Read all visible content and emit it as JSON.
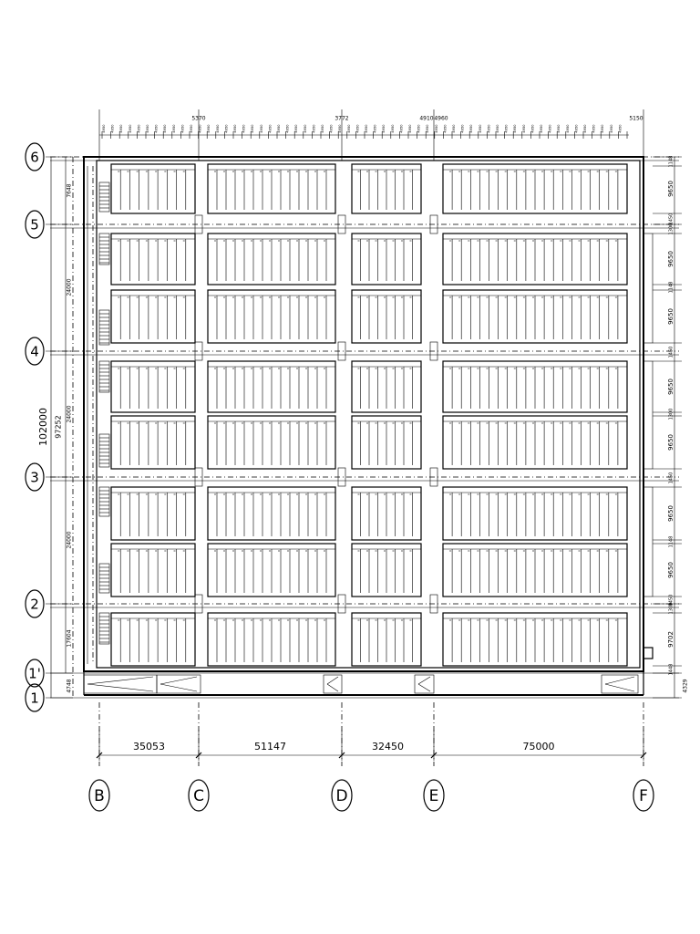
{
  "colors": {
    "line": "#000000",
    "background": "#ffffff"
  },
  "grid_columns": [
    {
      "label": "B"
    },
    {
      "label": "C"
    },
    {
      "label": "D"
    },
    {
      "label": "E"
    },
    {
      "label": "F"
    }
  ],
  "grid_rows": [
    {
      "label": "6"
    },
    {
      "label": "5"
    },
    {
      "label": "4"
    },
    {
      "label": "3"
    },
    {
      "label": "2"
    },
    {
      "label": "1'"
    },
    {
      "label": "1"
    }
  ],
  "bottom_spans": [
    "35053",
    "51147",
    "32450",
    "75000"
  ],
  "left_dims": {
    "overall": "102000",
    "inner_total": "97252",
    "segments": [
      "7648",
      "24000",
      "24000",
      "24000",
      "17604",
      "4748"
    ]
  },
  "top_dims": {
    "cell": "4950",
    "special": [
      "5370",
      "3772",
      "4910",
      "4960",
      "5150"
    ]
  },
  "right_dims": {
    "bay": "9650",
    "small": [
      "1148",
      "1450",
      "1300"
    ],
    "bottom": [
      "9702",
      "1448",
      "4329"
    ]
  }
}
